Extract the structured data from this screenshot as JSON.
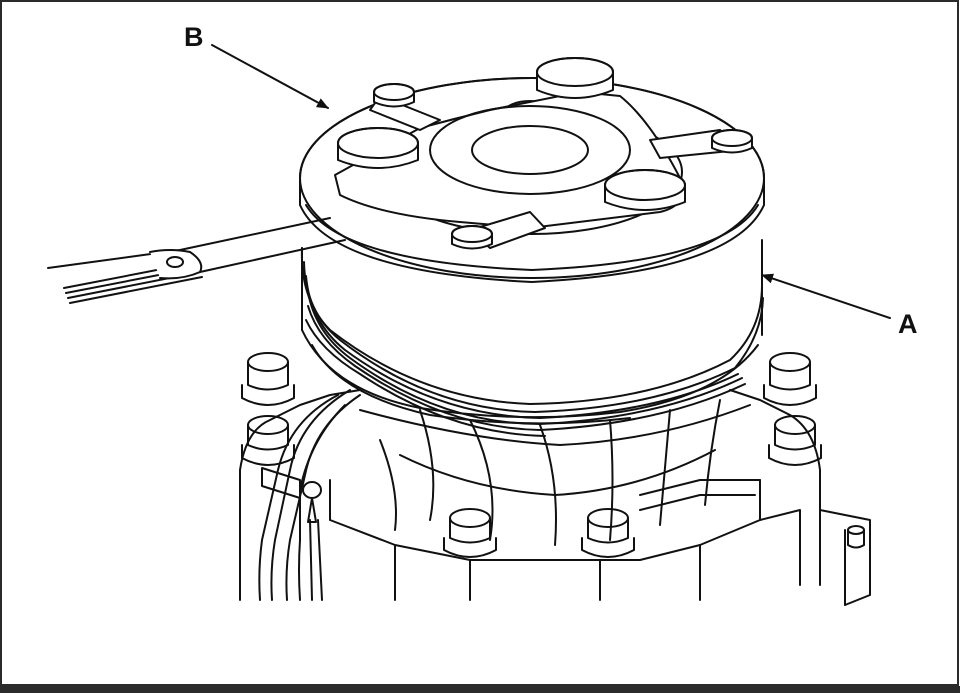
{
  "diagram": {
    "callouts": [
      {
        "id": "B",
        "label": "B"
      },
      {
        "id": "A",
        "label": "A"
      }
    ],
    "colors": {
      "ink": "#111111",
      "paper": "#ffffff",
      "frame": "#2b2b2b"
    }
  }
}
